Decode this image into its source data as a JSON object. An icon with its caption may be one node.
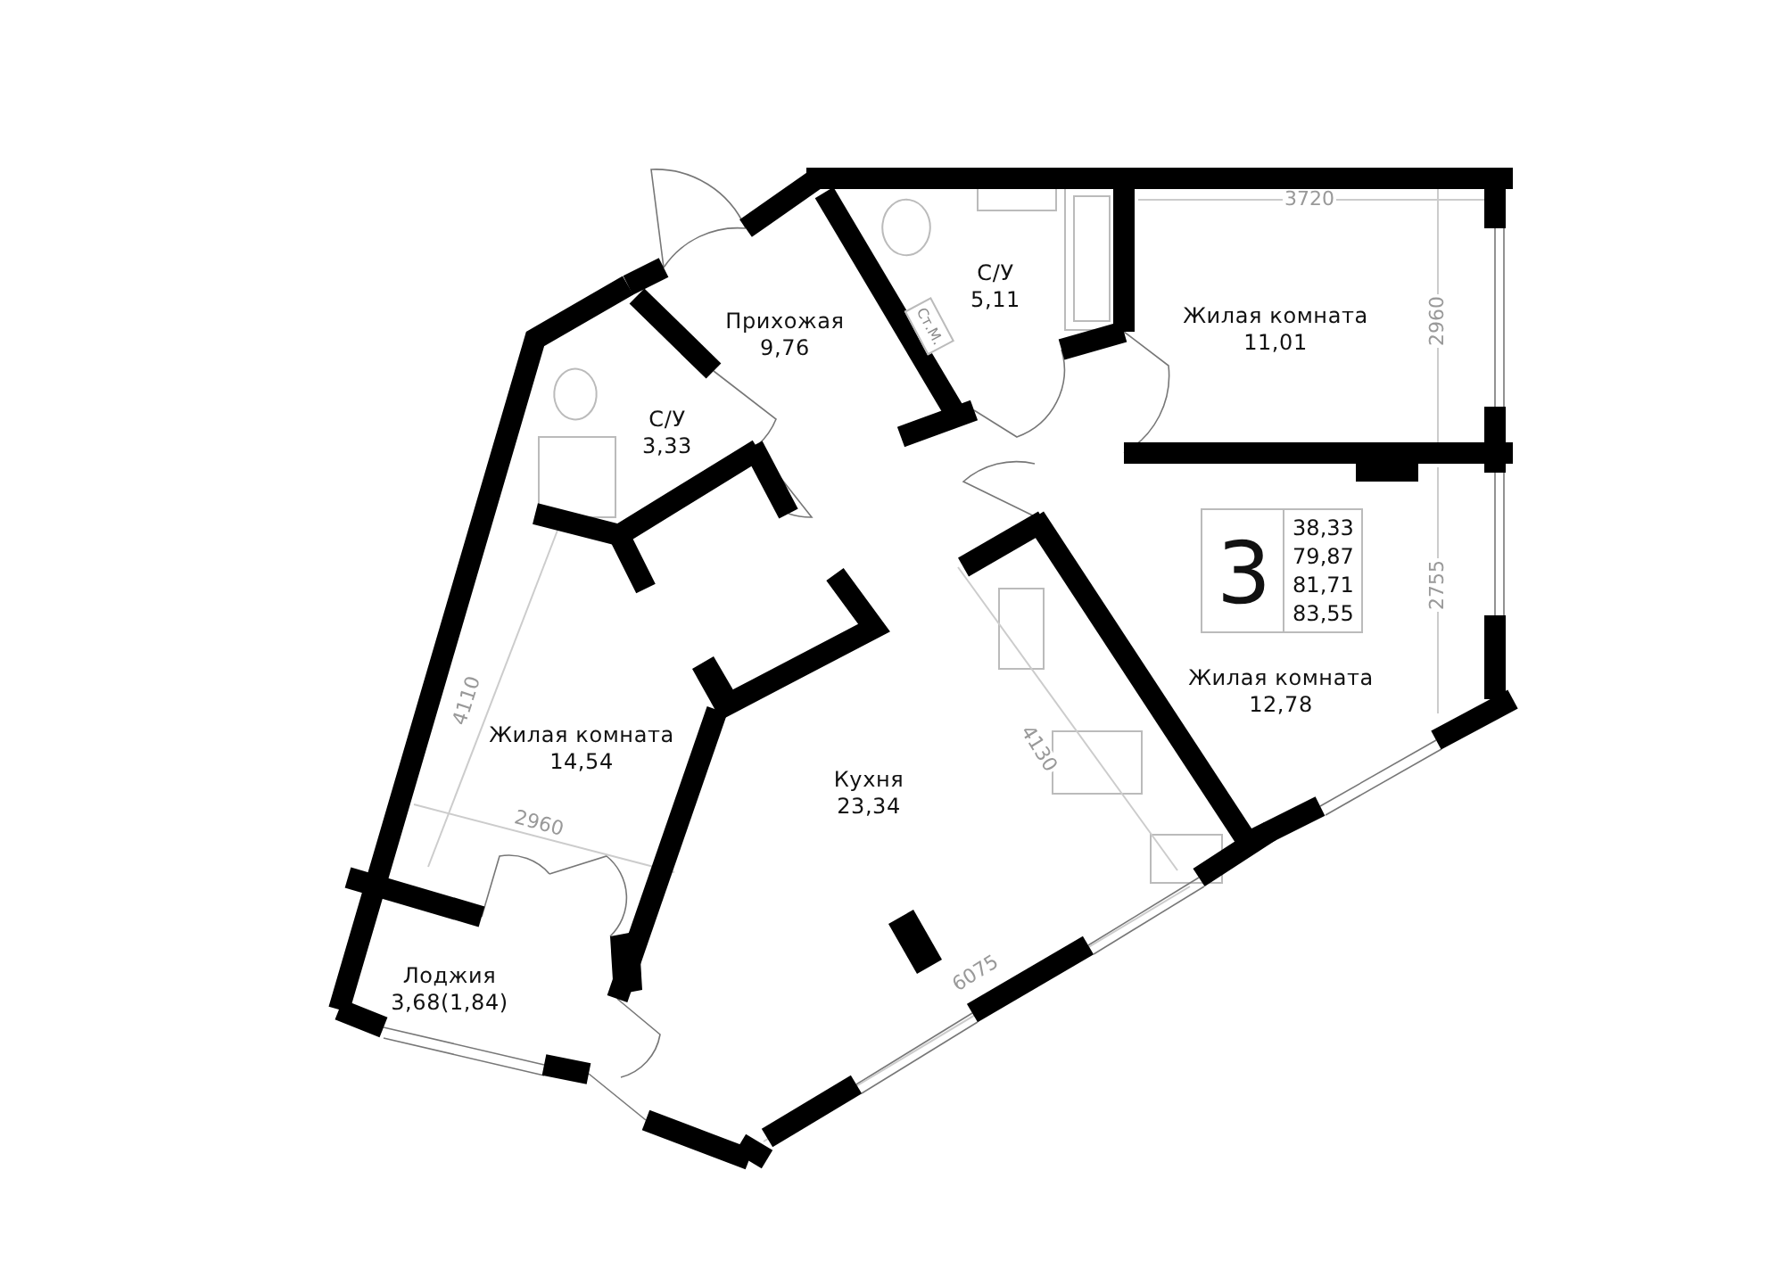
{
  "diagram": {
    "nodes": [
      {
        "text": [
          "Прихожая",
          "9,76"
        ]
      },
      {
        "text": [
          "С/У",
          "5,11"
        ]
      },
      {
        "text": [
          "Жилая комната",
          "11,01"
        ]
      },
      {
        "text": [
          "С/У",
          "3,33"
        ]
      },
      {
        "text": [
          "3",
          "38,33",
          "79,87",
          "81,71",
          "83,55"
        ]
      },
      {
        "text": [
          "Жилая комната",
          "12,78"
        ]
      },
      {
        "text": [
          "Жилая комната",
          "14,54"
        ]
      },
      {
        "text": [
          "Кухня",
          "23,34"
        ]
      },
      {
        "text": [
          "Лоджия",
          "3,68(1,84)"
        ]
      }
    ],
    "labels": [
      "3720",
      "Ст.М.",
      "2960",
      "2755",
      "4110",
      "4130",
      "2960",
      "6075"
    ]
  }
}
